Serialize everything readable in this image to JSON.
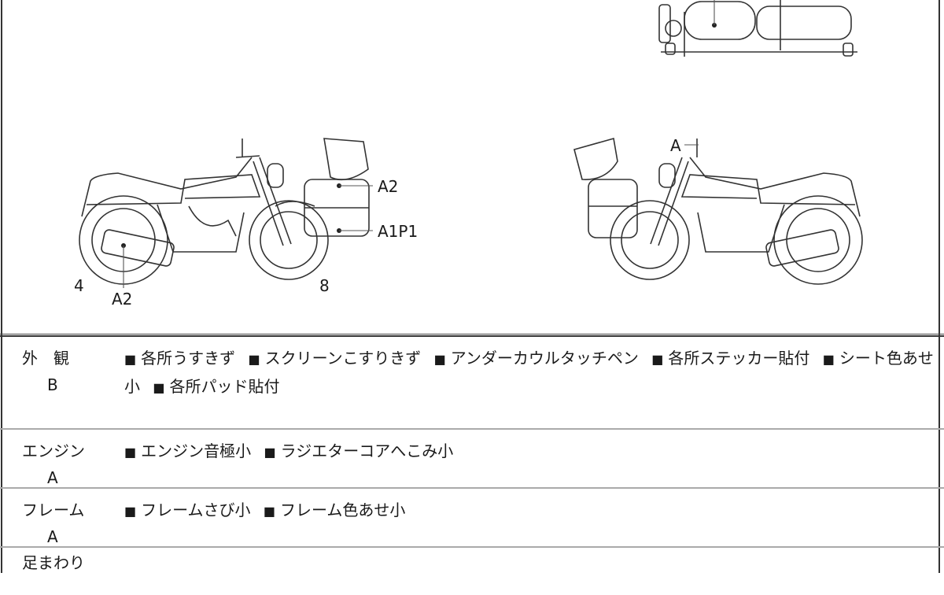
{
  "diagram": {
    "callouts": {
      "cowl_upper": "A2",
      "cowl_lower": "A1P1",
      "rear_wheel_number": "4",
      "exhaust": "A2",
      "front_wheel_number": "8",
      "mirror_right": "A"
    }
  },
  "rows": [
    {
      "label": "外　観",
      "grade": "B",
      "items": [
        "各所うすきず",
        "スクリーンこすりきず",
        "アンダーカウルタッチペン",
        "各所ステッカー貼付",
        "シート色あせ小",
        "各所パッド貼付"
      ]
    },
    {
      "label": "エンジン",
      "grade": "A",
      "items": [
        "エンジン音極小",
        "ラジエターコアへこみ小"
      ]
    },
    {
      "label": "フレーム",
      "grade": "A",
      "items": [
        "フレームさび小",
        "フレーム色あせ小"
      ]
    },
    {
      "label": "足まわり",
      "grade": "",
      "items": []
    }
  ],
  "marker": "■"
}
